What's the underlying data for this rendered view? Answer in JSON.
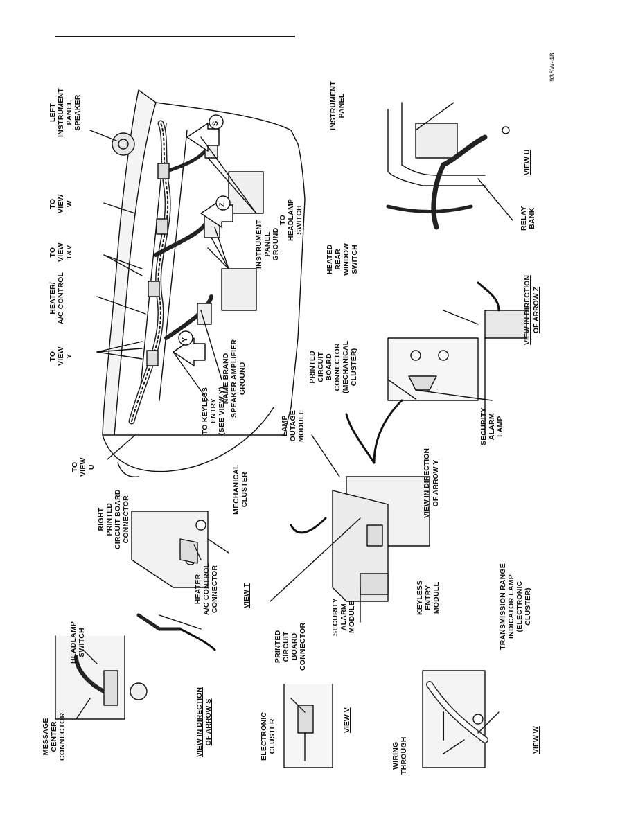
{
  "figure_id": "938W-48",
  "views": {
    "main": {
      "callouts": {
        "left_speaker": "LEFT\nINSTRUMENT\nPANEL\nSPEAKER",
        "to_view_w": "TO\nVIEW\nW",
        "to_view_tv": "TO\nVIEW\nT&V",
        "heater_ac_control": "HEATER/\nA/C CONTROL",
        "to_view_y": "TO\nVIEW\nY",
        "to_view_u": "TO\nVIEW\nU",
        "to_keyless_entry": "TO KEYLESS\nENTRY\n(SEE VIEW Y)",
        "name_brand_ground": "NAME BRAND\nSPEAKER AMPLIFIER\nGROUND",
        "ip_ground": "INSTRUMENT\nPANEL\nGROUND",
        "to_headlamp_switch": "TO\nHEADLAMP\nSWITCH"
      },
      "arrow_letters": [
        "S",
        "Z",
        "Y"
      ]
    },
    "view_u": {
      "caption": "VIEW U",
      "instrument_panel": "INSTRUMENT\nPANEL",
      "relay_bank": "RELAY\nBANK"
    },
    "view_z": {
      "caption": "VIEW IN DIRECTION\nOF ARROW Z",
      "heated_rear_window_switch": "HEATED\nREAR\nWINDOW\nSWITCH",
      "pcb_connector_mech": "PRINTED\nCIRCUIT\nBOARD\nCONNECTOR\n(MECHANICAL\nCLUSTER)",
      "security_alarm_lamp": "SECURITY\nALARM\nLAMP"
    },
    "view_y": {
      "caption": "VIEW IN DIRECTION\nOF ARROW Y",
      "lamp_outage_module": "LAMP\nOUTAGE\nMODULE",
      "security_alarm_module": "SECURITY\nALARM\nMODULE",
      "keyless_entry_module": "KEYLESS\nENTRY\nMODULE"
    },
    "view_t": {
      "caption": "VIEW T",
      "right_pcb_connector": "RIGHT\nPRINTED\nCIRCUIT BOARD\nCONNECTOR",
      "mechanical_cluster": "MECHANICAL\nCLUSTER",
      "heater_ac_connector": "HEATER\nA/C CONTROL\nCONNECTOR"
    },
    "view_s": {
      "caption": "VIEW IN DIRECTION\nOF ARROW S",
      "headlamp_switch": "HEADLAMP\nSWITCH",
      "message_center_connector": "MESSAGE\nCENTER\nCONNECTOR"
    },
    "view_v": {
      "caption": "VIEW V",
      "pcb_connector": "PRINTED\nCIRCUIT\nBOARD\nCONNECTOR",
      "electronic_cluster": "ELECTRONIC\nCLUSTER"
    },
    "view_w": {
      "caption": "VIEW W",
      "trans_range_lamp": "TRANSMISSION RANGE\nINDICATOR LAMP\n(ELECTRONIC\nCLUSTER)",
      "wiring_through": "WIRING\nTHROUGH"
    }
  }
}
